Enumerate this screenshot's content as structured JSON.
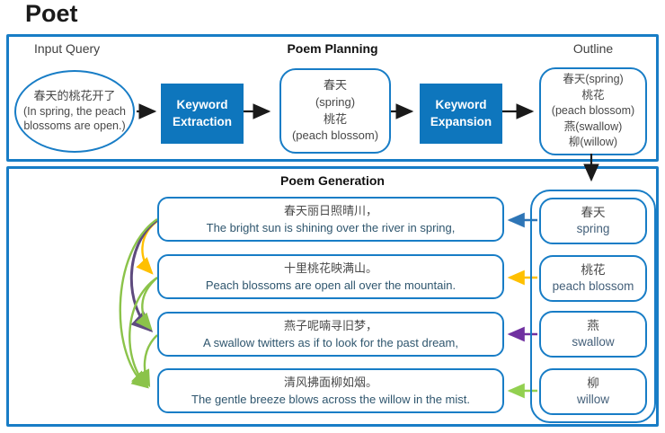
{
  "title": "Poet",
  "colors": {
    "border_blue": "#187DC6",
    "process_fill": "#0E76BD",
    "arrow_black": "#1a1a1a",
    "arrow_blue": "#2E75B6",
    "arrow_yellow": "#FFC000",
    "arrow_purple": "#7030A0",
    "arrow_purple_curve": "#5E4B7E",
    "arrow_green": "#92D050",
    "arrow_green_curve": "#8BC34A"
  },
  "planning": {
    "title": "Poem Planning",
    "input_label": "Input Query",
    "outline_label": "Outline",
    "query": {
      "zh": "春天的桃花开了",
      "en_line1": "(In spring, the peach",
      "en_line2": "blossoms are open.)"
    },
    "extraction": {
      "line1": "Keyword",
      "line2": "Extraction"
    },
    "keywords_box": {
      "l1": "春天",
      "l2": "(spring)",
      "l3": "桃花",
      "l4": "(peach blossom)"
    },
    "expansion": {
      "line1": "Keyword",
      "line2": "Expansion"
    },
    "outline_box": {
      "l1": "春天(spring)",
      "l2": "桃花",
      "l3": "(peach blossom)",
      "l4": "燕(swallow)",
      "l5": "柳(willow)"
    }
  },
  "generation": {
    "title": "Poem Generation",
    "poem_lines": [
      {
        "zh": "春天丽日照晴川，",
        "en": "The bright sun is shining over the river in spring,"
      },
      {
        "zh": "十里桃花映满山。",
        "en": "Peach blossoms are open all over the mountain."
      },
      {
        "zh": "燕子呢喃寻旧梦，",
        "en": "A swallow twitters as if to look for the past dream,"
      },
      {
        "zh": "清风拂面柳如烟。",
        "en": "The gentle breeze blows across the willow in the mist."
      }
    ],
    "keywords": [
      {
        "zh": "春天",
        "en": "spring"
      },
      {
        "zh": "桃花",
        "en": "peach blossom"
      },
      {
        "zh": "燕",
        "en": "swallow"
      },
      {
        "zh": "柳",
        "en": "willow"
      }
    ]
  }
}
